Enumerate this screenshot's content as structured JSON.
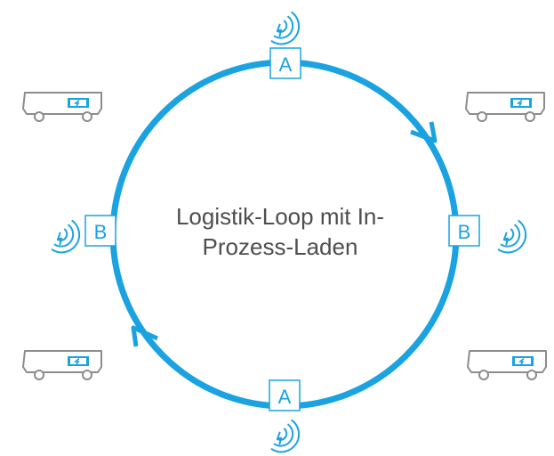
{
  "colors": {
    "loop": "#1aa3e0",
    "outline": "#8c8c8c",
    "battery": "#1aa3e0",
    "text": "#4e4e4e"
  },
  "title": {
    "line1": "Logistik-Loop mit In-",
    "line2": "Prozess-Laden"
  },
  "stations": {
    "top": "A",
    "right": "B",
    "bottom": "A",
    "left": "B"
  },
  "icons": {
    "charger": "wireless-charging-icon",
    "vehicle": "agv-vehicle-icon",
    "arrow": "direction-arrow-icon"
  }
}
